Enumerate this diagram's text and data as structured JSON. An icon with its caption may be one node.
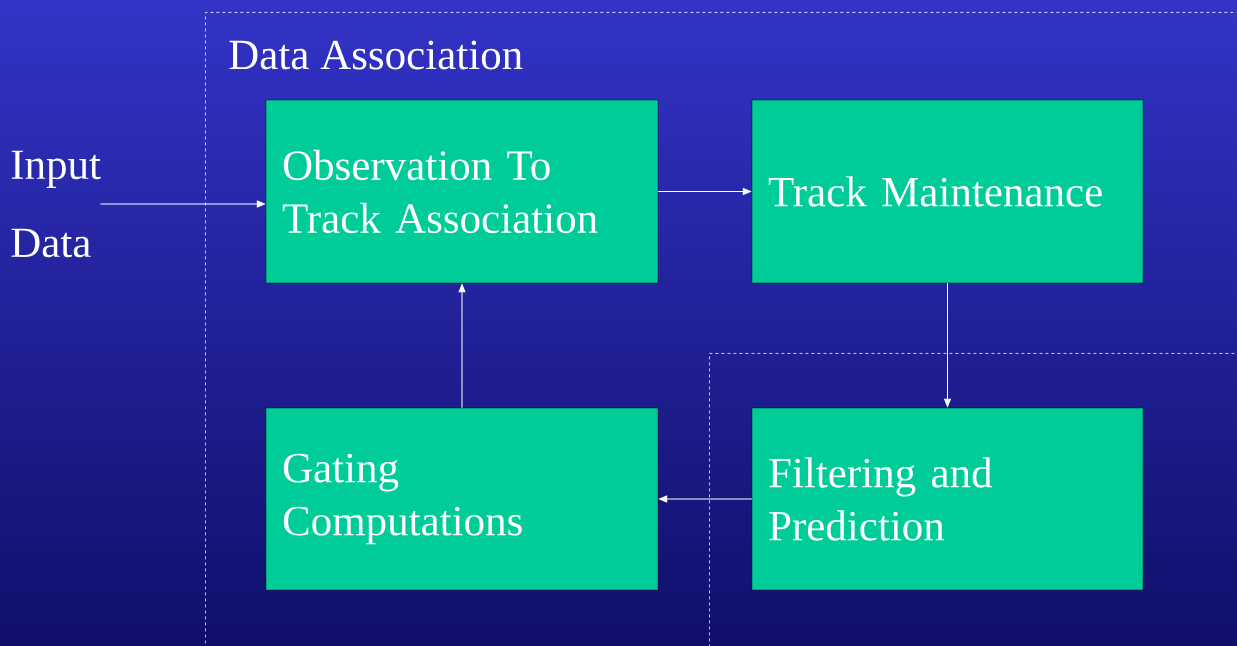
{
  "diagram": {
    "nodes": [
      {
        "text": [
          "Data Association"
        ]
      },
      {
        "text": [
          "Input Data"
        ]
      },
      {
        "text": [
          "Observation To Track Association"
        ],
        "in": 0
      },
      {
        "text": [
          "Track Maintenance"
        ],
        "in": 0
      },
      {
        "text": [],
        "shape": "box",
        "in": 0
      },
      {
        "text": [
          "Gating Computations"
        ],
        "in": 0
      },
      {
        "text": [
          "Filtering and Prediction"
        ],
        "in": 4
      }
    ],
    "edges": [
      {
        "from": 1,
        "to": 2,
        "arrow": "to"
      },
      {
        "from": 2,
        "to": 3,
        "arrow": "to"
      },
      {
        "from": 3,
        "to": 6,
        "arrow": "to"
      },
      {
        "from": 6,
        "to": 5,
        "arrow": "to"
      },
      {
        "from": 5,
        "to": 2,
        "arrow": "to"
      }
    ]
  }
}
